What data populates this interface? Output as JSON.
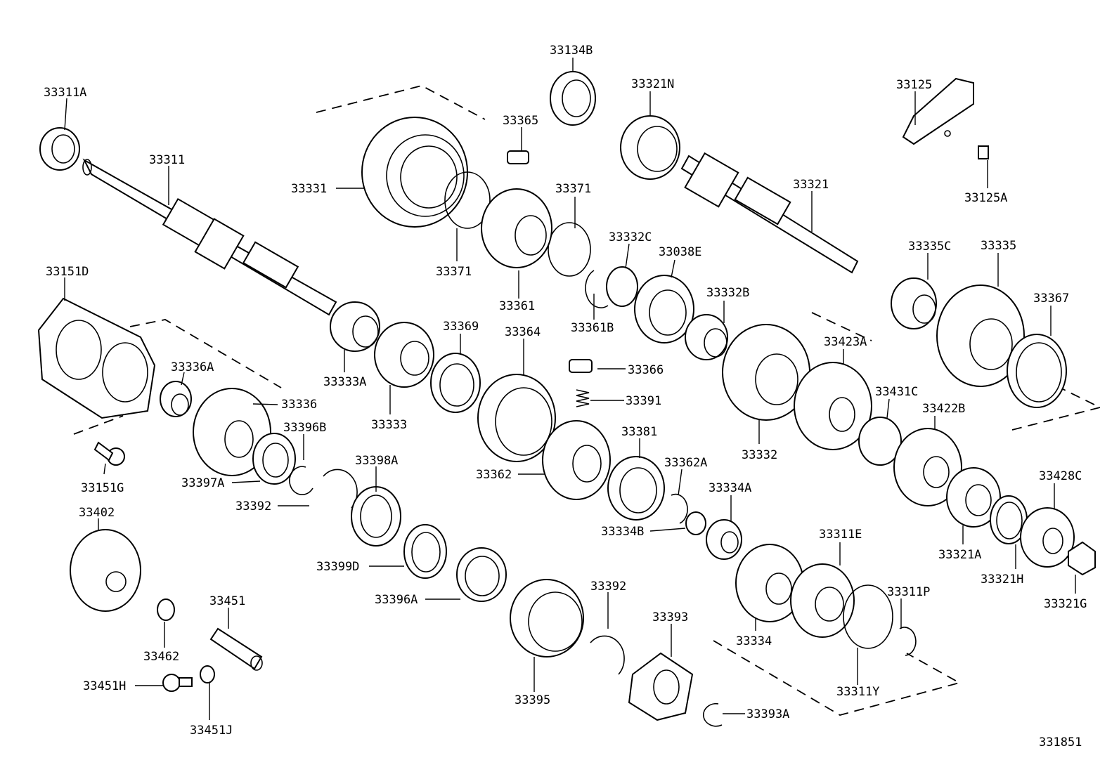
{
  "diagram_code": "331851",
  "parts": {
    "p33311A": "33311A",
    "p33311": "33311",
    "p33151D": "33151D",
    "p33151G": "33151G",
    "p33402": "33402",
    "p33462": "33462",
    "p33451": "33451",
    "p33451H": "33451H",
    "p33451J": "33451J",
    "p33336A": "33336A",
    "p33336": "33336",
    "p33396B": "33396B",
    "p33397A": "33397A",
    "p33392a": "33392",
    "p33398A": "33398A",
    "p33399D": "33399D",
    "p33396A": "33396A",
    "p33395": "33395",
    "p33392b": "33392",
    "p33393": "33393",
    "p33393A": "33393A",
    "p33331": "33331",
    "p33371a": "33371",
    "p33134B": "33134B",
    "p33365": "33365",
    "p33371b": "33371",
    "p33361": "33361",
    "p33321N": "33321N",
    "p33321": "33321",
    "p33125": "33125",
    "p33125A": "33125A",
    "p33332C": "33332C",
    "p33361B": "33361B",
    "p33038E": "33038E",
    "p33332B": "33332B",
    "p33333A": "33333A",
    "p33333": "33333",
    "p33369": "33369",
    "p33364": "33364",
    "p33366": "33366",
    "p33391": "33391",
    "p33362": "33362",
    "p33381": "33381",
    "p33362A": "33362A",
    "p33334A": "33334A",
    "p33334B": "33334B",
    "p33334": "33334",
    "p33311E": "33311E",
    "p33311P": "33311P",
    "p33311Y": "33311Y",
    "p33332": "33332",
    "p33423A": "33423A",
    "p33431C": "33431C",
    "p33422B": "33422B",
    "p33335C": "33335C",
    "p33335": "33335",
    "p33367": "33367",
    "p33428C": "33428C",
    "p33321A": "33321A",
    "p33321H": "33321H",
    "p33321G": "33321G"
  }
}
